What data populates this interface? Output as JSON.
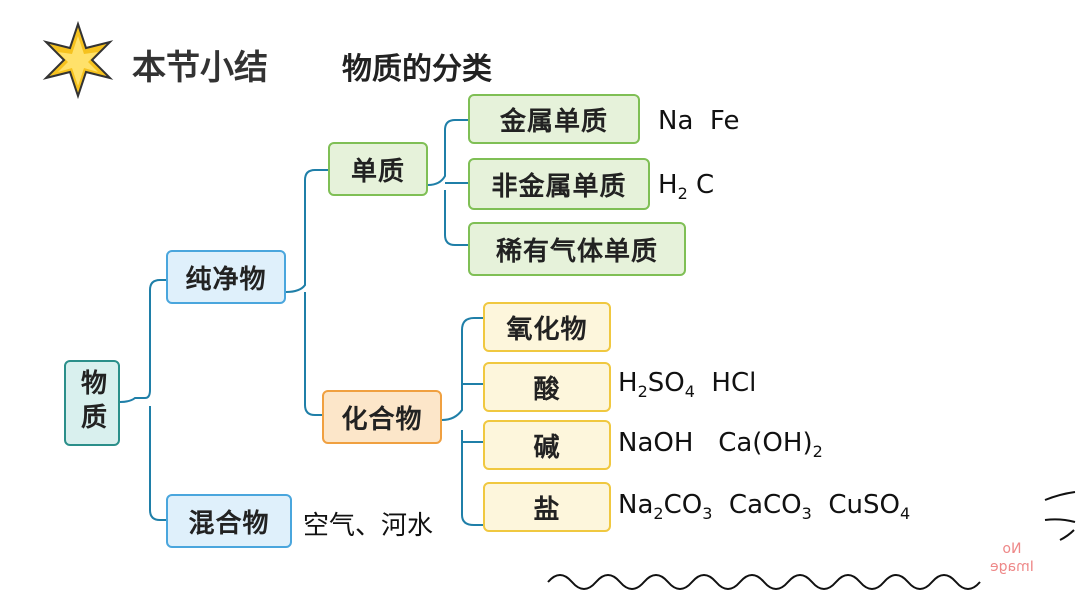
{
  "header": {
    "title": "本节小结",
    "subtitle": "物质的分类"
  },
  "diagram": {
    "root": "物质",
    "pure": "纯净物",
    "mixture": "混合物",
    "mixture_examples": "空气、河水",
    "elementary": "单质",
    "compound": "化合物",
    "metal": "金属单质",
    "metal_examples": "Na  Fe",
    "nonmetal": "非金属单质",
    "noble": "稀有气体单质",
    "oxide": "氧化物",
    "acid": "酸",
    "base": "碱",
    "salt": "盐"
  },
  "formulas": {
    "nonmetal_examples": [
      {
        "t": "H",
        "s": "2"
      },
      {
        "t": " C",
        "s": ""
      }
    ],
    "acid_examples": [
      {
        "t": "H",
        "s": "2"
      },
      {
        "t": "SO",
        "s": "4"
      },
      {
        "t": "  HCl",
        "s": ""
      }
    ],
    "base_examples": [
      {
        "t": "NaOH   Ca(OH)",
        "s": "2"
      }
    ],
    "salt_examples": [
      {
        "t": "Na",
        "s": "2"
      },
      {
        "t": "CO",
        "s": "3"
      },
      {
        "t": "  CaCO",
        "s": "3"
      },
      {
        "t": "  CuSO",
        "s": "4"
      }
    ]
  },
  "watermark": {
    "line1": "No",
    "line2": "Image"
  },
  "colors": {
    "line": "#1f7fa8",
    "teal": "#2b8f8a",
    "blue": "#4aa6dd",
    "green": "#7fbf55",
    "orange": "#f0a040",
    "yellow": "#f0c840"
  }
}
